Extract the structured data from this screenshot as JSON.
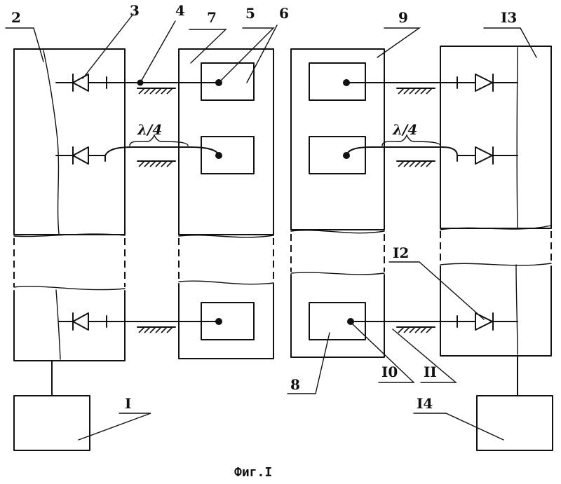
{
  "labels": {
    "l1": "I",
    "l2": "2",
    "l3": "3",
    "l4": "4",
    "l5": "5",
    "l6": "6",
    "l7": "7",
    "l8": "8",
    "l9": "9",
    "l10": "I0",
    "l11": "II",
    "l12": "I2",
    "l13": "I3",
    "l14": "I4"
  },
  "quarter_wave_left": "λ/4",
  "quarter_wave_right": "λ/4",
  "caption": "Фиг.I"
}
